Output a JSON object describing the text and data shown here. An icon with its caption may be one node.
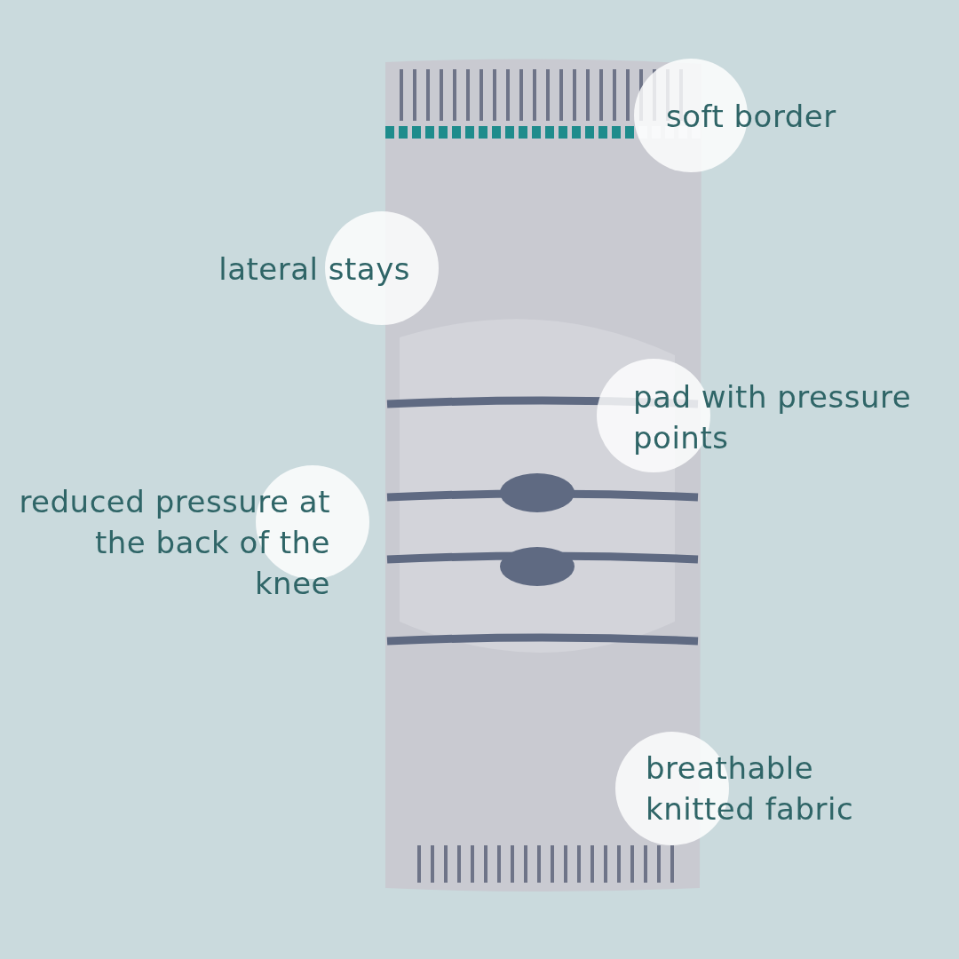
{
  "diagram": {
    "labels": [
      "soft border",
      "lateral stays",
      "pad with pressure points",
      "reduced pressure at the back of the knee",
      "breathable knitted fabric"
    ]
  }
}
